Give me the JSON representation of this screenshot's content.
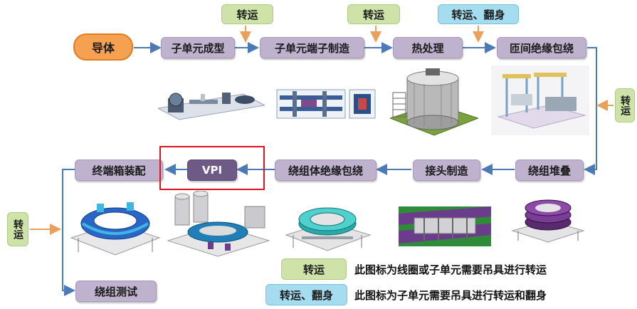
{
  "start": "导体",
  "row1_steps": [
    "子单元成型",
    "子单元端子制造",
    "热处理",
    "匝间绝缘包绕"
  ],
  "row2_steps": [
    "终端箱装配",
    "VPI",
    "绕组体绝缘包绕",
    "接头制造",
    "绕组堆叠"
  ],
  "final_step": "绕组测试",
  "transfer_tags": {
    "after_forming": "转运",
    "after_terminal": "转运",
    "after_heat": "转运、翻身",
    "right_side": "转运",
    "left_side": "转运"
  },
  "legend": [
    {
      "tag": "转运",
      "text": "此图标为线圈或子单元需要吊具进行转运"
    },
    {
      "tag": "转运、翻身",
      "text": "此图标为子单元需要吊具进行转运和翻身"
    }
  ],
  "colors": {
    "step": "#bfb2cf",
    "start": "#f6a051",
    "transfer": "#cfe3a9",
    "transfer_flip": "#a5dcef",
    "highlight": "#e0131c",
    "flow_arrow": "#4a7ab8",
    "tag_arrow": "#e8a05a"
  }
}
